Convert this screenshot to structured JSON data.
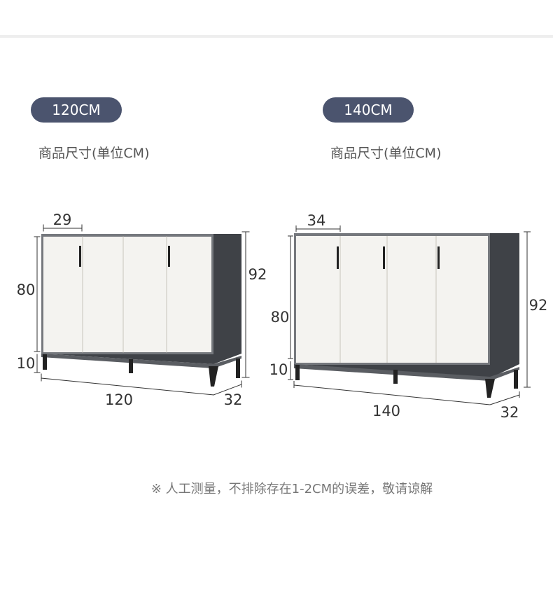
{
  "variants": [
    {
      "size_label": "120CM",
      "subtitle": "商品尺寸(单位CM)",
      "door_width": "29",
      "door_height": "80",
      "leg_height": "10",
      "width": "120",
      "depth": "32",
      "total_height": "92"
    },
    {
      "size_label": "140CM",
      "subtitle": "商品尺寸(单位CM)",
      "door_width": "34",
      "door_height": "80",
      "leg_height": "10",
      "width": "140",
      "depth": "32",
      "total_height": "92"
    }
  ],
  "footnote": "※ 人工测量，不排除存在1-2CM的误差，敬请谅解",
  "colors": {
    "pill": "#4b546e",
    "frame": "#4a4d52",
    "door": "#f4f3f0"
  }
}
